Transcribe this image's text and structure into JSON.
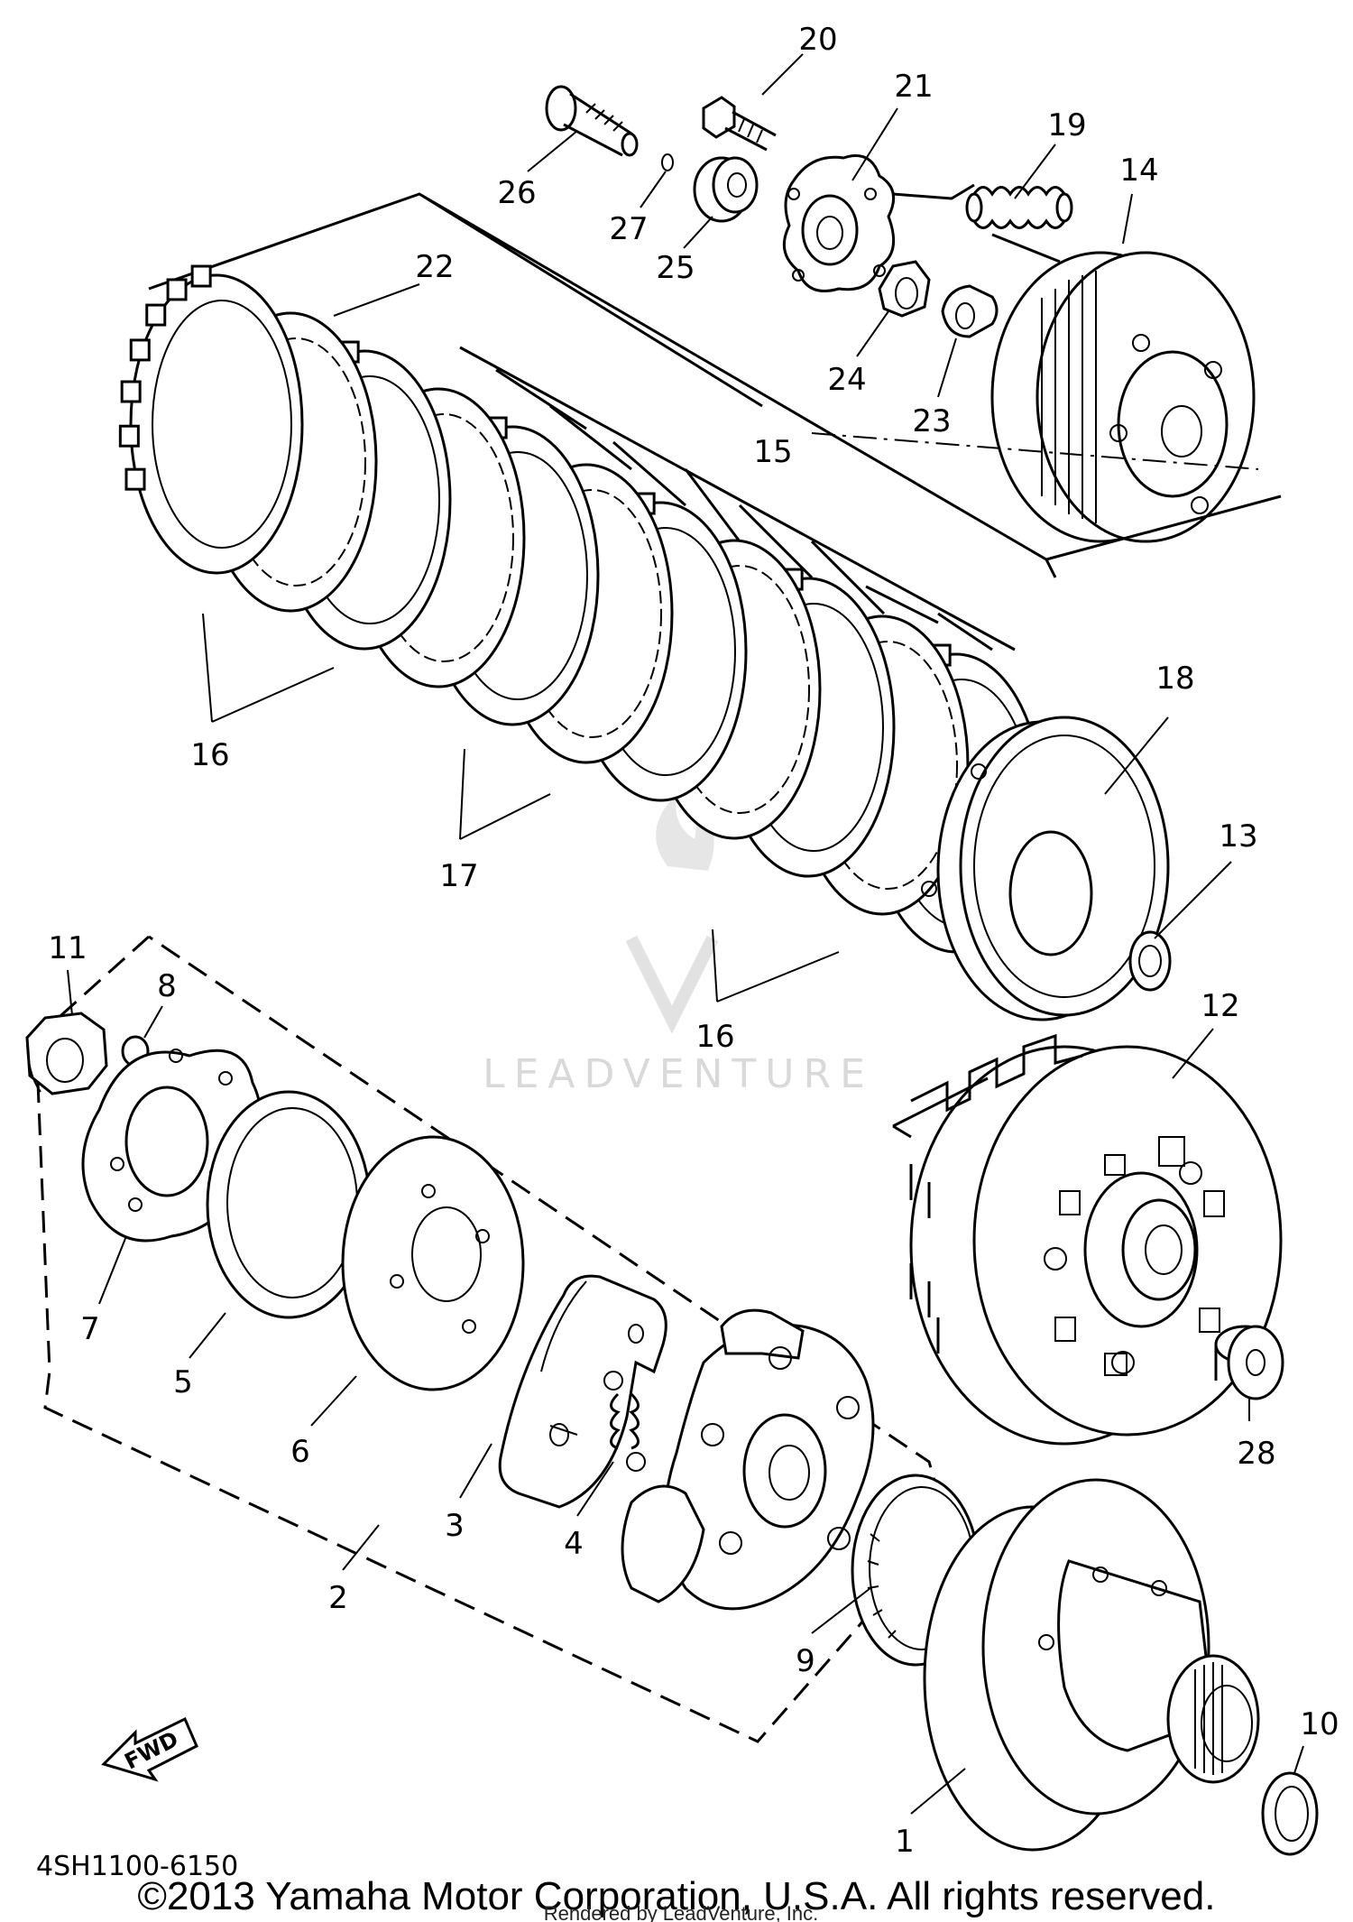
{
  "diagram": {
    "part_code": "4SH1100-6150",
    "fwd_label": "FWD",
    "watermark": "LEADVENTURE",
    "copyright": "©2013 Yamaha Motor Corporation, U.S.A. All rights reserved.",
    "rendered_by": "Rendered by LeadVenture, Inc.",
    "callouts": {
      "c1": "1",
      "c2": "2",
      "c3": "3",
      "c4": "4",
      "c5": "5",
      "c6": "6",
      "c7": "7",
      "c8": "8",
      "c9": "9",
      "c10": "10",
      "c11": "11",
      "c12": "12",
      "c13": "13",
      "c14": "14",
      "c15": "15",
      "c16a": "16",
      "c16b": "16",
      "c17": "17",
      "c18": "18",
      "c19": "19",
      "c20": "20",
      "c21": "21",
      "c22": "22",
      "c23": "23",
      "c24": "24",
      "c25": "25",
      "c26": "26",
      "c27": "27",
      "c28": "28"
    }
  }
}
